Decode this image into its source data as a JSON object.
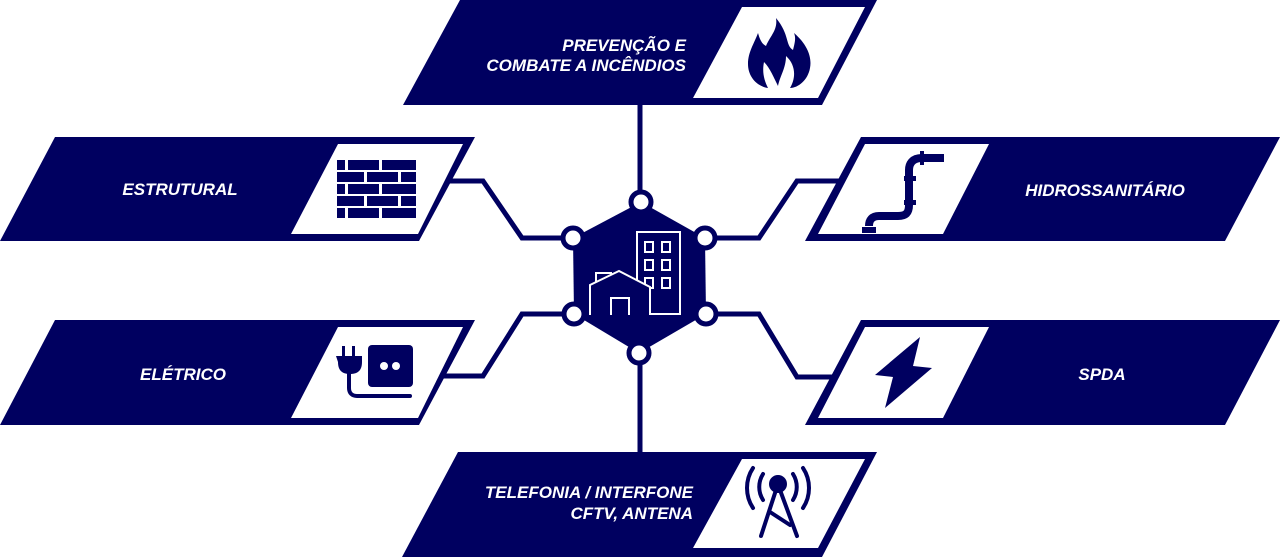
{
  "colors": {
    "primary": "#000060",
    "background": "#ffffff"
  },
  "center": {
    "icon": "buildings-icon"
  },
  "disciplines": {
    "fire": {
      "line1": "PREVENÇÃO E",
      "line2": "COMBATE A INCÊNDIOS",
      "icon": "flame-icon"
    },
    "structural": {
      "label": "ESTRUTURAL",
      "icon": "brick-wall-icon"
    },
    "electrical": {
      "label": "ELÉTRICO",
      "icon": "plug-socket-icon"
    },
    "plumbing": {
      "label": "HIDROSSANITÁRIO",
      "icon": "pipe-icon"
    },
    "spda": {
      "label": "SPDA",
      "icon": "lightning-icon"
    },
    "telecom": {
      "line1": "TELEFONIA / INTERFONE",
      "line2": "CFTV, ANTENA",
      "icon": "antenna-tower-icon"
    }
  }
}
